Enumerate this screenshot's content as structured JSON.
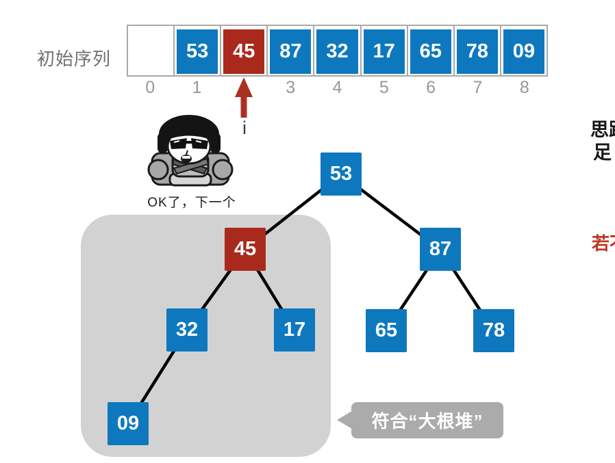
{
  "colors": {
    "node_blue": "#0e78be",
    "node_red": "#a92a1c",
    "arrow_red": "#a93122",
    "region_gray": "#d2d2d2",
    "callout_gray": "#ababab",
    "note_red_color": "#c03522"
  },
  "array": {
    "label": "初始序列",
    "cells": [
      {
        "value": "",
        "highlight": false
      },
      {
        "value": "53",
        "highlight": false
      },
      {
        "value": "45",
        "highlight": true
      },
      {
        "value": "87",
        "highlight": false
      },
      {
        "value": "32",
        "highlight": false
      },
      {
        "value": "17",
        "highlight": false
      },
      {
        "value": "65",
        "highlight": false
      },
      {
        "value": "78",
        "highlight": false
      },
      {
        "value": "09",
        "highlight": false
      }
    ],
    "indices": [
      "0",
      "1",
      "",
      "3",
      "4",
      "5",
      "6",
      "7",
      "8"
    ],
    "pointer_label": "i"
  },
  "meme": {
    "caption": "OK了，下一个"
  },
  "tree": {
    "nodes": [
      {
        "value": "53",
        "highlight": false
      },
      {
        "value": "45",
        "highlight": true
      },
      {
        "value": "87",
        "highlight": false
      },
      {
        "value": "32",
        "highlight": false
      },
      {
        "value": "17",
        "highlight": false
      },
      {
        "value": "65",
        "highlight": false
      },
      {
        "value": "78",
        "highlight": false
      },
      {
        "value": "09",
        "highlight": false
      }
    ]
  },
  "callout": {
    "text": "符合“大根堆”"
  },
  "side_notes": {
    "clipped_line1": "思路",
    "clipped_line2": "足",
    "clipped_red": "若不"
  }
}
